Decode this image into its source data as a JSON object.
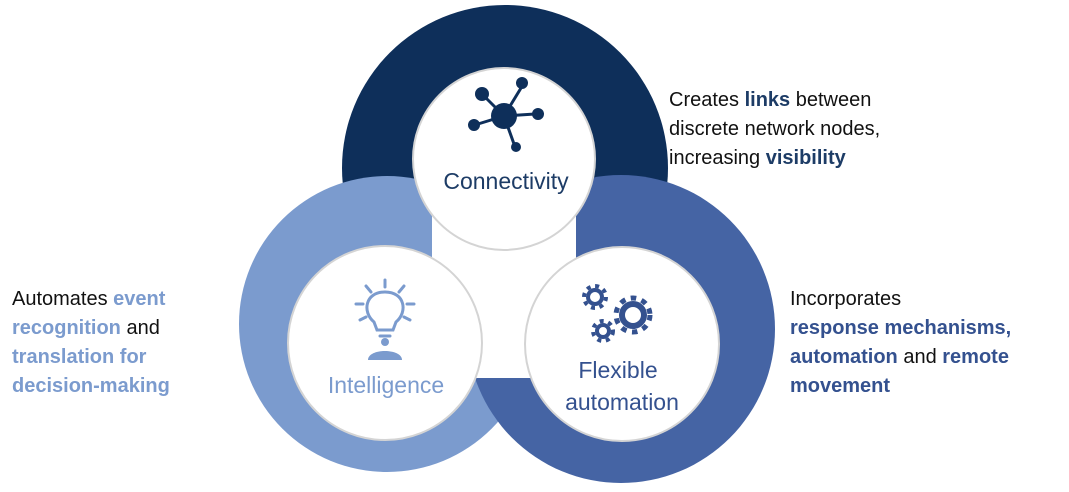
{
  "colors": {
    "navy": "#0e2f5a",
    "light_blue": "#7b9bce",
    "mid_blue": "#4564a4",
    "inner_fill": "#ffffff",
    "inner_border": "#d4d4d4",
    "text_dark": "#111111",
    "connectivity_text": "#1d3c66",
    "intelligence_text": "#7b9bce",
    "flexible_text": "#34518f"
  },
  "circles": {
    "connectivity": {
      "label": "Connectivity",
      "icon": "network-nodes-icon"
    },
    "intelligence": {
      "label": "Intelligence",
      "icon": "lightbulb-person-icon"
    },
    "flexible": {
      "label_line1": "Flexible",
      "label_line2": "automation",
      "icon": "gears-icon"
    }
  },
  "descriptions": {
    "connectivity": {
      "line1_a": "Creates ",
      "line1_b": "links",
      "line1_c": " between",
      "line2": "discrete network nodes,",
      "line3_a": "increasing ",
      "line3_b": "visibility"
    },
    "intelligence": {
      "line1_a": "Automates ",
      "line1_b": "event",
      "line2_a": "recognition",
      "line2_b": " and",
      "line3": "translation for",
      "line4": "decision-making"
    },
    "flexible": {
      "line1": "Incorporates",
      "line2": "response mechanisms,",
      "line3_a": "automation",
      "line3_b": " and ",
      "line3_c": "remote",
      "line4": "movement"
    }
  }
}
